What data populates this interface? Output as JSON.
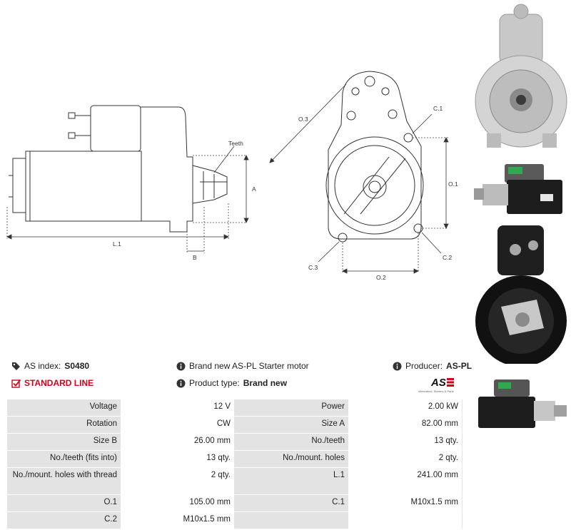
{
  "dimensions": {
    "teeth": "Teeth",
    "a": "A",
    "b": "B",
    "l1": "L.1",
    "o1": "O.1",
    "o2": "O.2",
    "o3": "O.3",
    "c1": "C.1",
    "c2": "C.2",
    "c3": "C.3"
  },
  "info": {
    "as_index_label": "AS index:",
    "as_index_value": "S0480",
    "description": "Brand new AS-PL Starter motor",
    "producer_label": "Producer:",
    "producer_value": "AS-PL",
    "standard_line": "STANDARD LINE",
    "product_type_label": "Product type:",
    "product_type_value": "Brand new"
  },
  "logo": {
    "main": "AS",
    "sub": "Alternators, Starters & Parts"
  },
  "specs": {
    "rows": [
      {
        "l1": "Voltage",
        "v1": "12 V",
        "l2": "Power",
        "v2": "2.00 kW"
      },
      {
        "l1": "Rotation",
        "v1": "CW",
        "l2": "Size A",
        "v2": "82.00 mm"
      },
      {
        "l1": "Size B",
        "v1": "26.00 mm",
        "l2": "No./teeth",
        "v2": "13 qty."
      },
      {
        "l1": "No./teeth (fits into)",
        "v1": "13 qty.",
        "l2": "No./mount. holes",
        "v2": "2 qty."
      },
      {
        "l1": "No./mount. holes with thread",
        "v1": "2 qty.",
        "l2": "L.1",
        "v2": "241.00 mm"
      },
      {
        "l1": "O.1",
        "v1": "105.00 mm",
        "l2": "C.1",
        "v2": "M10x1.5 mm"
      },
      {
        "l1": "C.2",
        "v1": "M10x1.5 mm",
        "l2": "",
        "v2": ""
      }
    ]
  },
  "colors": {
    "accent": "#d0021b",
    "label_bg": "#e3e3e3",
    "line": "#333333"
  },
  "icons": {
    "tag": "tag-icon",
    "info": "info-icon",
    "check": "checkbox-icon"
  }
}
